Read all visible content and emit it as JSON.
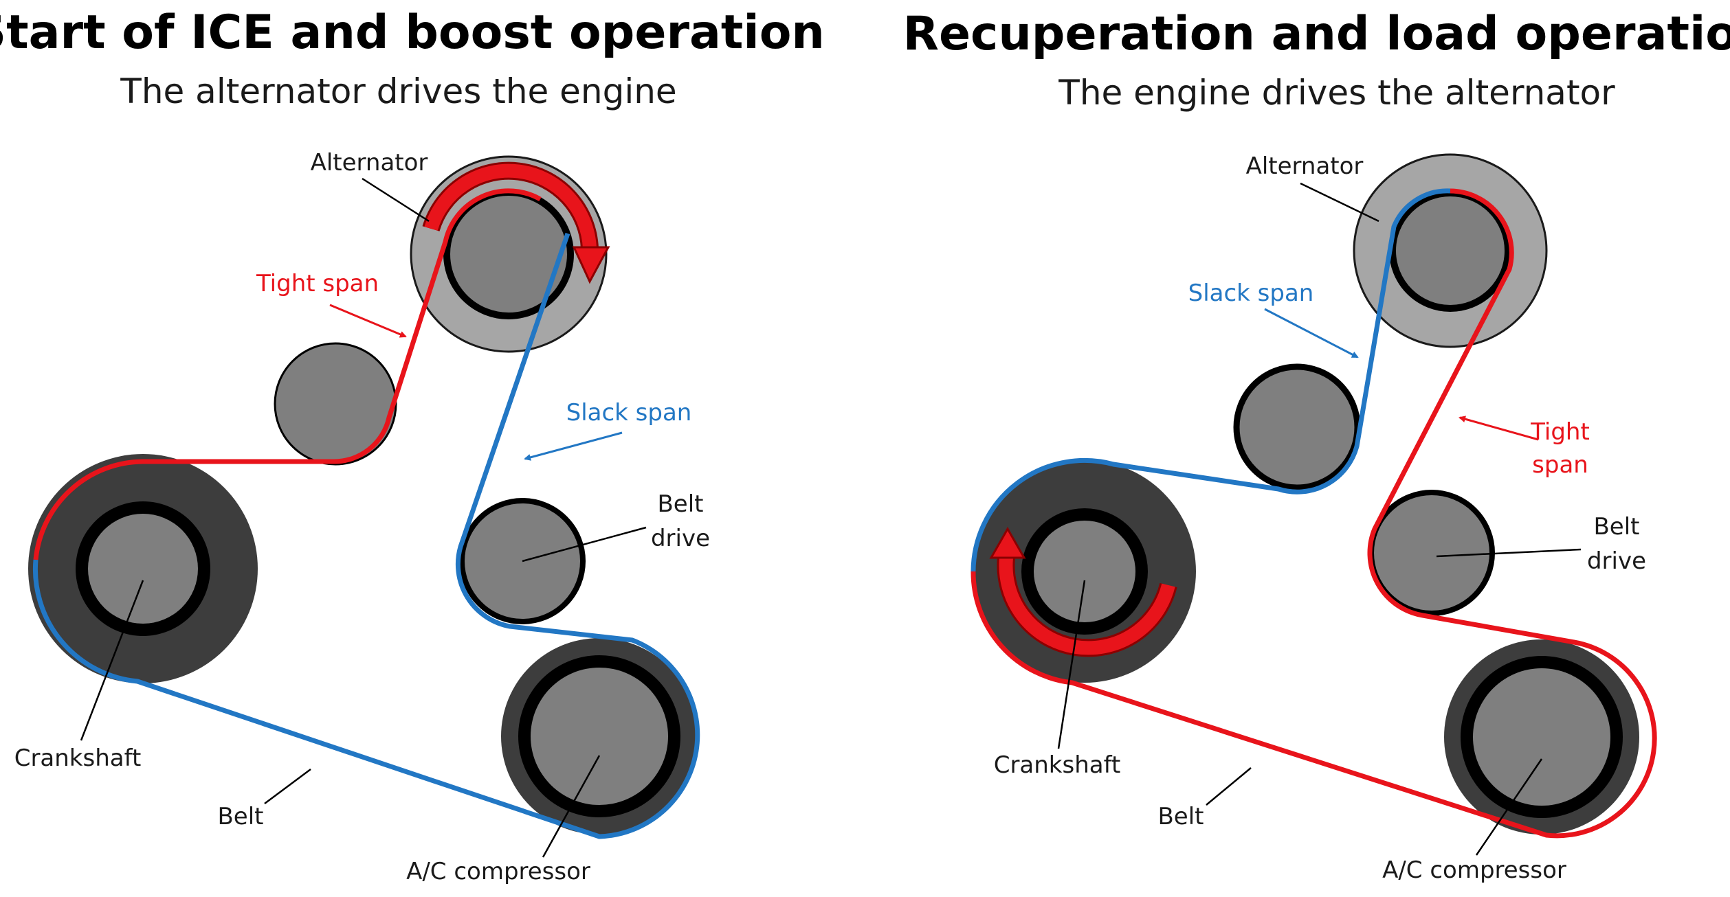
{
  "left_panel": {
    "title": "Start of ICE and boost operation",
    "subtitle": "The alternator drives the engine",
    "labels": {
      "alternator": "Alternator",
      "tight_span": "Tight span",
      "slack_span": "Slack span",
      "belt_drive_line1": "Belt",
      "belt_drive_line2": "drive",
      "crankshaft": "Crankshaft",
      "belt": "Belt",
      "ac_compressor": "A/C compressor"
    }
  },
  "right_panel": {
    "title": "Recuperation and load operation",
    "subtitle": "The engine drives the alternator",
    "labels": {
      "alternator": "Alternator",
      "slack_span": "Slack span",
      "tight_span_line1": "Tight",
      "tight_span_line2": "span",
      "belt_drive_line1": "Belt",
      "belt_drive_line2": "drive",
      "crankshaft": "Crankshaft",
      "belt": "Belt",
      "ac_compressor": "A/C compressor"
    }
  },
  "colors": {
    "tight_span": "#e8141b",
    "slack_span": "#2277c4",
    "pulley_dark": "#3d3d3d",
    "pulley_mid": "#7f7f7f",
    "pulley_light": "#a6a6a6",
    "rotation_arrow": "#e8141b"
  },
  "icons": {
    "left_rotation_arrow": "clockwise-arrow-on-alternator",
    "right_rotation_arrow": "counterclockwise-arrow-on-crankshaft"
  }
}
